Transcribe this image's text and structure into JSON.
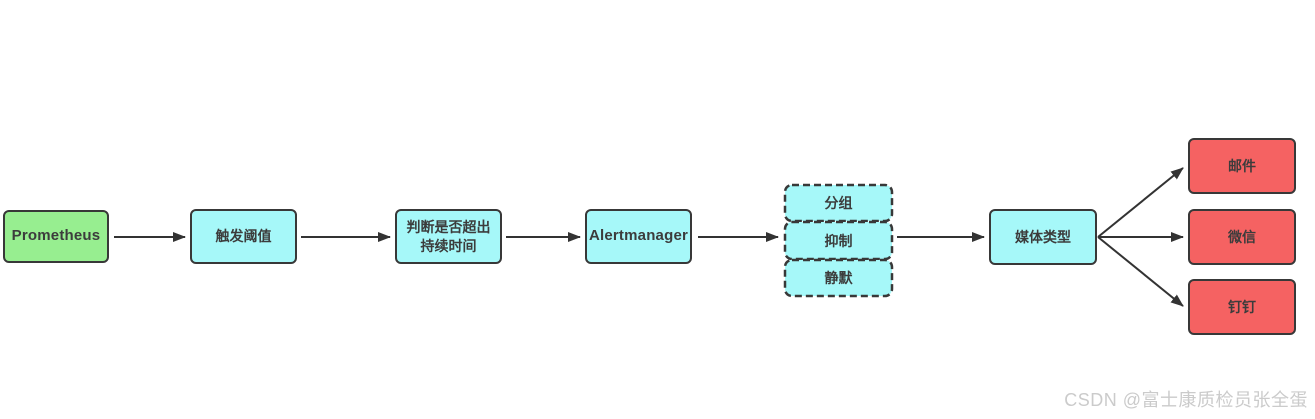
{
  "diagram": {
    "nodes": {
      "prometheus": {
        "label": "Prometheus"
      },
      "threshold": {
        "label": "触发阈值"
      },
      "duration": {
        "label": "判断是否超出\n持续时间"
      },
      "alertmanager": {
        "label": "Alertmanager"
      },
      "media": {
        "label": "媒体类型"
      },
      "email": {
        "label": "邮件"
      },
      "wechat": {
        "label": "微信"
      },
      "dingtalk": {
        "label": "钉钉"
      }
    },
    "pipeline": {
      "items": [
        {
          "label": "分组"
        },
        {
          "label": "抑制"
        },
        {
          "label": "静默"
        }
      ]
    },
    "edges": [
      {
        "from": "prometheus",
        "to": "threshold"
      },
      {
        "from": "threshold",
        "to": "duration"
      },
      {
        "from": "duration",
        "to": "alertmanager"
      },
      {
        "from": "alertmanager",
        "to": "pipeline"
      },
      {
        "from": "pipeline",
        "to": "media"
      },
      {
        "from": "media",
        "to": "email"
      },
      {
        "from": "media",
        "to": "wechat"
      },
      {
        "from": "media",
        "to": "dingtalk"
      }
    ],
    "colors": {
      "green": "#97ee90",
      "cyan": "#a6f8f9",
      "red": "#f56262",
      "border": "#383838",
      "arrow": "#333333",
      "text": "#3c3c3c",
      "watermark": "#cbcbcb"
    },
    "watermark": {
      "text": "CSDN @富士康质检员张全蛋"
    }
  }
}
